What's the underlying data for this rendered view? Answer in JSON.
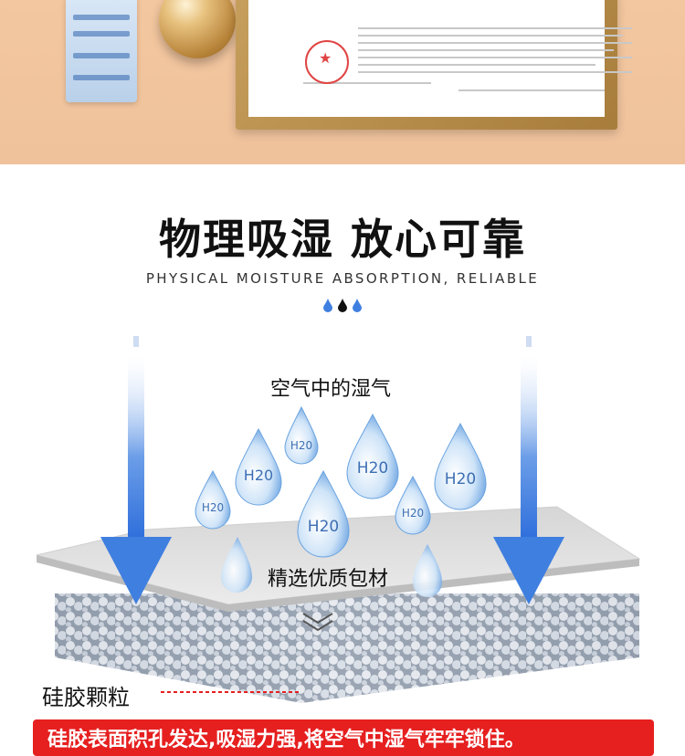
{
  "headline": {
    "title": "物理吸湿 放心可靠",
    "subtitle": "PHYSICAL MOISTURE ABSORPTION, RELIABLE"
  },
  "diagram": {
    "air_label": "空气中的湿气",
    "droplet_text": "H20",
    "pack_label": "精选优质包材",
    "gel_label": "硅胶颗粒"
  },
  "banner_text": "硅胶表面积孔发达,吸湿力强,将空气中湿气牢牢锁住。",
  "colors": {
    "arrow_blue": "#3f7fe0",
    "banner_red": "#e61f1f",
    "droplet_blue": "#5a98dd",
    "top_bg": "#f1c49e"
  }
}
